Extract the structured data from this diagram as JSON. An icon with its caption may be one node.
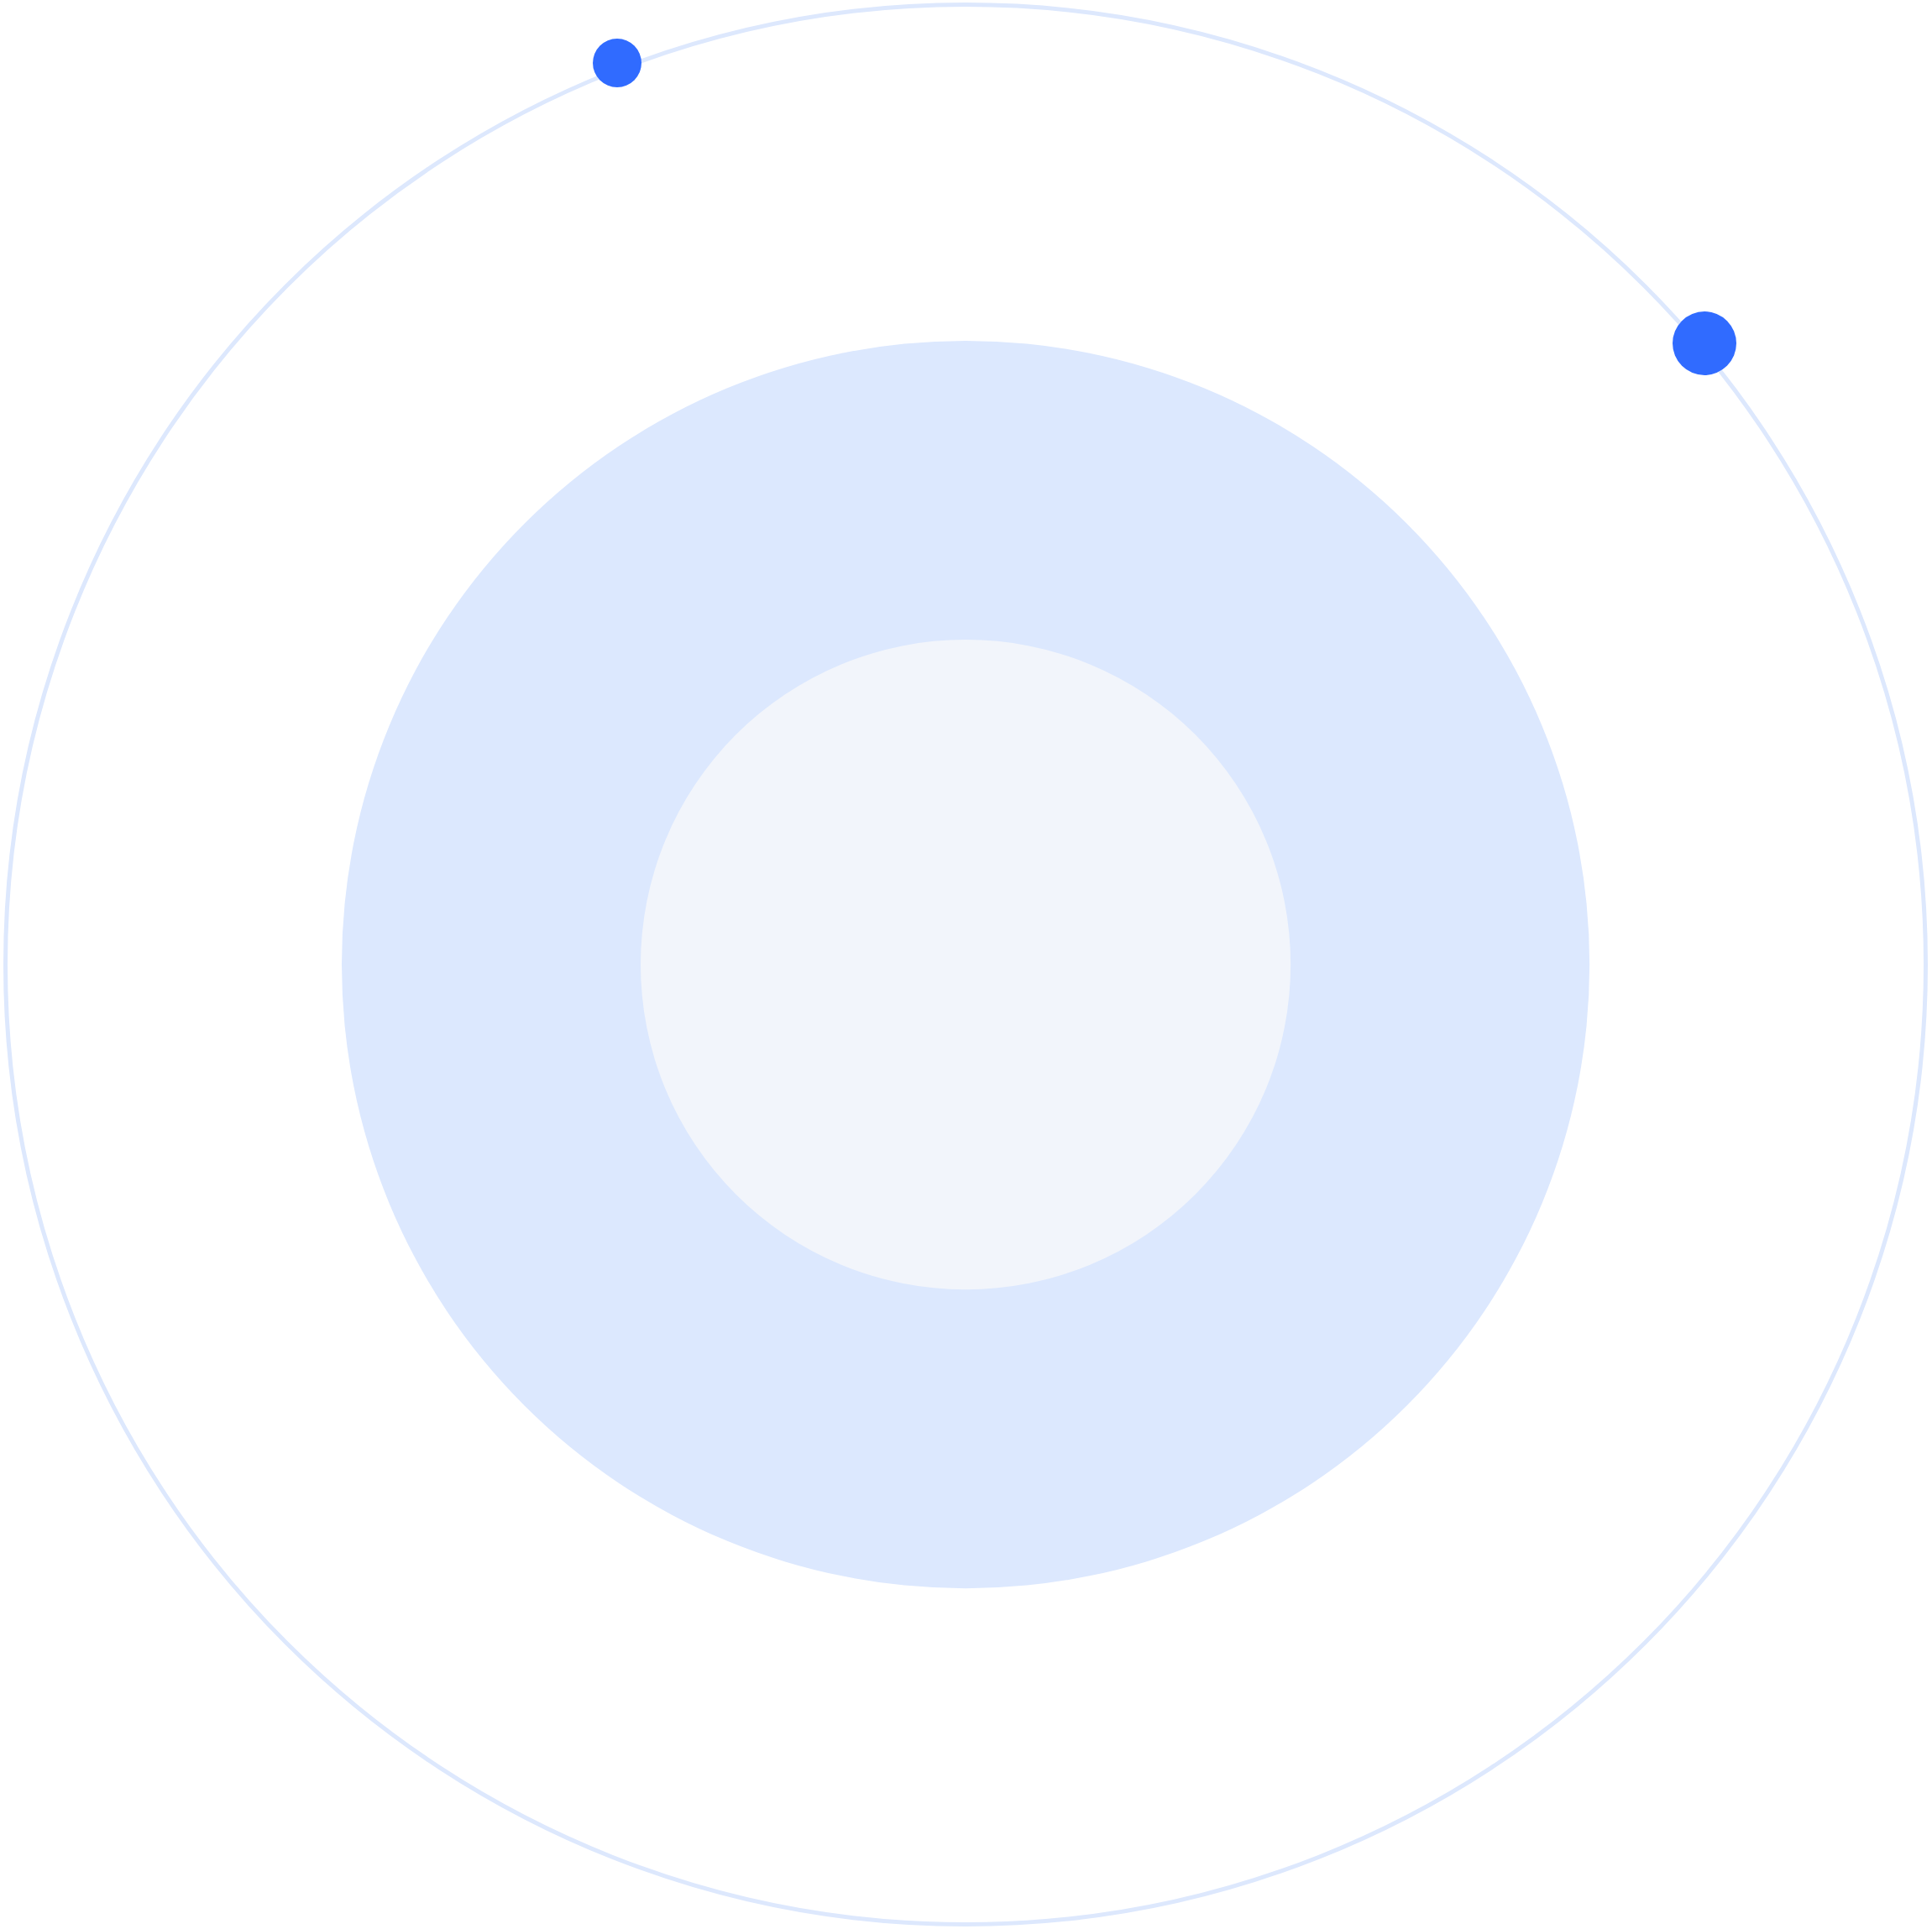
{
  "diagram": {
    "nodes": [
      {
        "text": [],
        "shape": "circle"
      },
      {
        "text": [],
        "shape": "circle"
      },
      {
        "text": [],
        "shape": "circle"
      },
      {
        "text": [],
        "shape": "circle",
        "in": 0
      },
      {
        "text": [],
        "shape": "circle",
        "in": 3
      }
    ]
  }
}
